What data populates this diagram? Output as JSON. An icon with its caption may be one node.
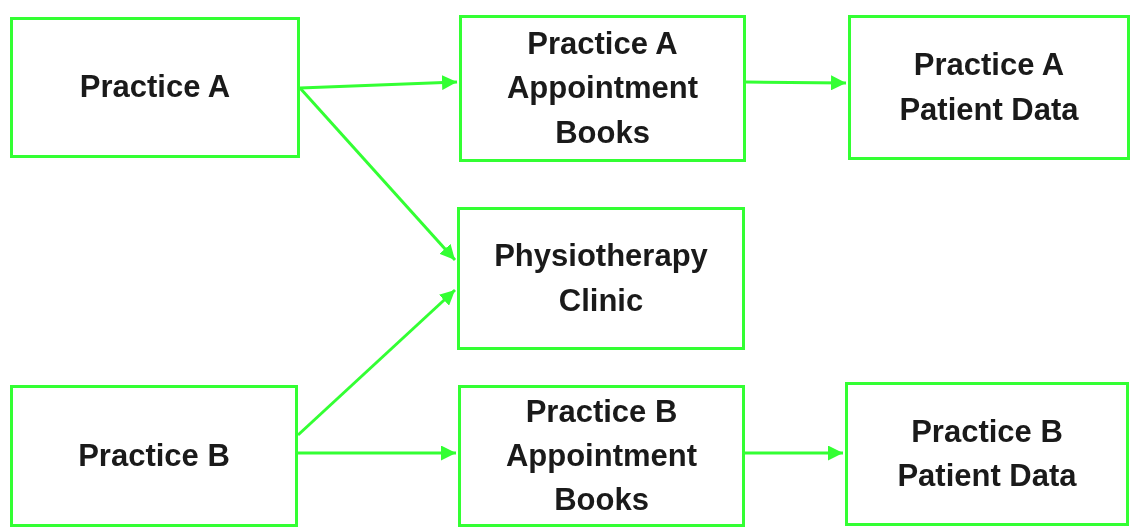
{
  "diagram": {
    "nodes": [
      {
        "text": [
          "Practice A"
        ]
      },
      {
        "text": [
          "Practice A Appointment Books"
        ]
      },
      {
        "text": [
          "Practice A Patient Data"
        ]
      },
      {
        "text": [
          "Physiotherapy Clinic"
        ]
      },
      {
        "text": [
          "Practice B"
        ]
      },
      {
        "text": [
          "Practice B Appointment Books"
        ]
      },
      {
        "text": [
          "Practice B Patient Data"
        ]
      }
    ],
    "edges": [
      {
        "from": 0,
        "to": 1,
        "arrow": "to"
      },
      {
        "from": 1,
        "to": 2,
        "arrow": "to"
      },
      {
        "from": 0,
        "to": 3,
        "arrow": "to"
      },
      {
        "from": 4,
        "to": 3,
        "arrow": "to"
      },
      {
        "from": 4,
        "to": 5,
        "arrow": "to"
      },
      {
        "from": 5,
        "to": 6,
        "arrow": "to"
      }
    ]
  }
}
